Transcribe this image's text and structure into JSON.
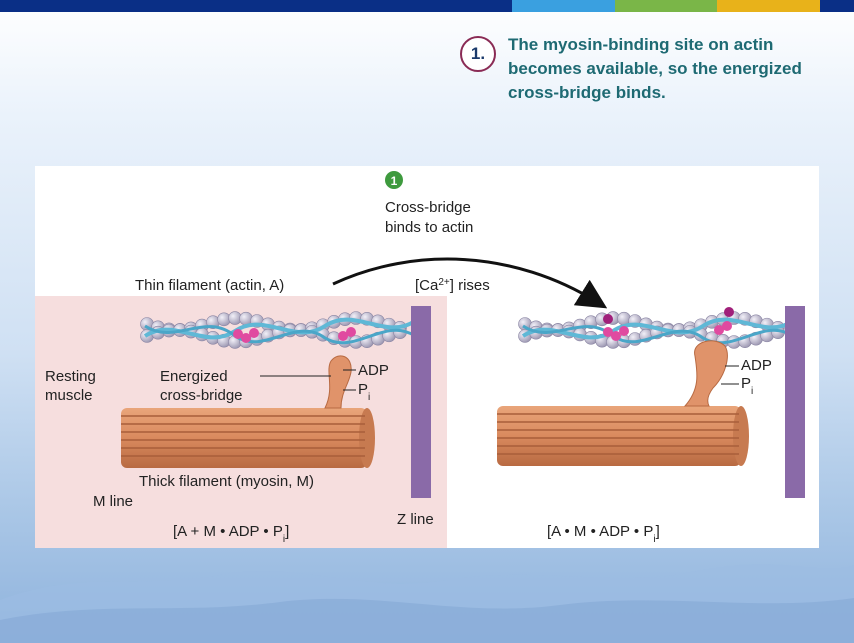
{
  "slide": {
    "step_number": "1.",
    "step_text": "The myosin-binding site on actin becomes available, so the energized cross-bridge binds."
  },
  "figure": {
    "step_badge": "1",
    "step_title_line1": "Cross-bridge",
    "step_title_line2": "binds to actin",
    "thin_filament_label": "Thin filament (actin, A)",
    "calcium_label_prefix": "[Ca",
    "calcium_label_sup": "2+",
    "calcium_label_suffix": "] rises",
    "resting_line1": "Resting",
    "resting_line2": "muscle",
    "energized_line1": "Energized",
    "energized_line2": "cross-bridge",
    "adp_label": "ADP",
    "pi_label": "P",
    "pi_sub": "i",
    "thick_filament_label": "Thick filament (myosin, M)",
    "m_line_label": "M line",
    "z_line_label": "Z line",
    "left_equation_prefix": "[A + M • ADP • P",
    "left_equation_sub": "i",
    "left_equation_suffix": "]",
    "right_equation_prefix": "[A • M • ADP • P",
    "right_equation_sub": "i",
    "right_equation_suffix": "]"
  },
  "colors": {
    "bar_navy": "#0a2f86",
    "bar_blue": "#3aa0e0",
    "bar_green": "#7ab648",
    "bar_gold": "#e8b21a",
    "resting_panel": "#f6dede",
    "myosin": "#d98a5e",
    "actin": "#c9c5d9",
    "tropomyosin": "#5fb8d6",
    "troponin": "#e04aa0",
    "z_line": "#8a6aa8",
    "badge_green": "#3e9a3e"
  }
}
